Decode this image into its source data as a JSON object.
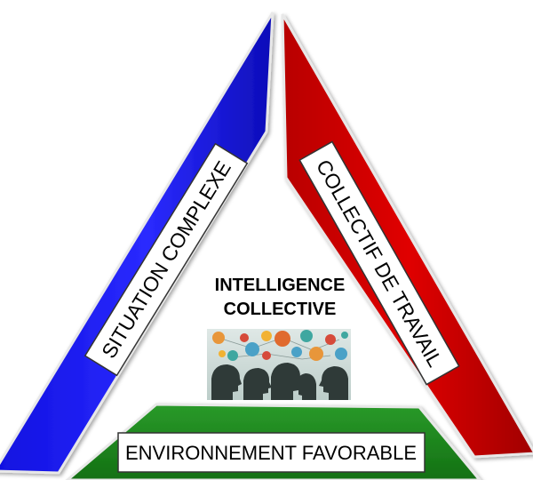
{
  "diagram": {
    "left_side": {
      "label": "SITUATION COMPLEXE",
      "color": "#1a1aff"
    },
    "right_side": {
      "label": "COLLECTIF DE TRAVAIL",
      "color": "#d40000"
    },
    "bottom_side": {
      "label": "ENVIRONNEMENT FAVORABLE",
      "color": "#1f8a1f"
    },
    "center": {
      "title_line1": "INTELLIGENCE",
      "title_line2": "COLLECTIVE",
      "image": "people-heads-speech-bubbles-illustration"
    }
  }
}
